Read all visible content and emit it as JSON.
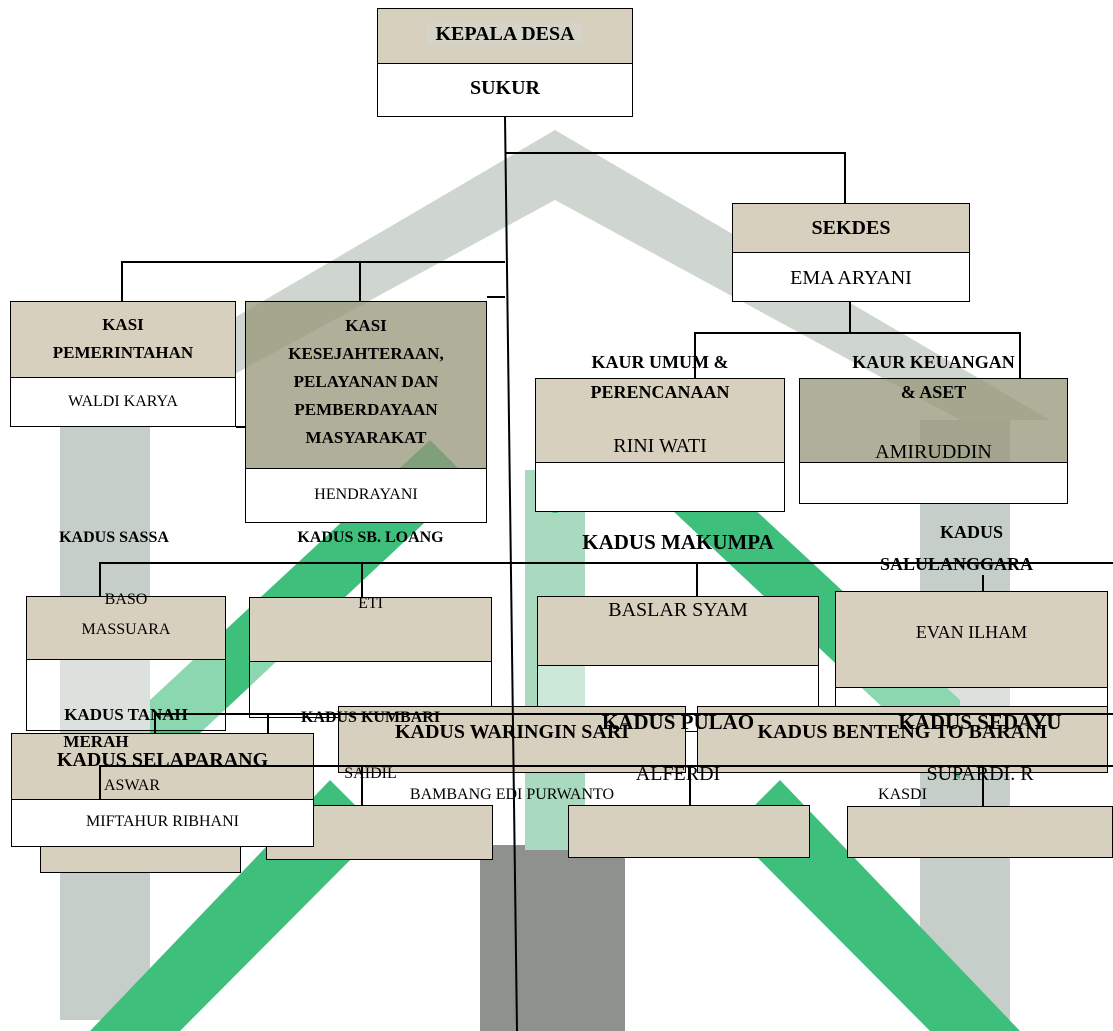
{
  "kepala_desa": {
    "title": "KEPALA DESA",
    "name": "SUKUR"
  },
  "sekdes": {
    "title": "SEKDES",
    "name": "EMA ARYANI"
  },
  "kasi_pemerintahan": {
    "title_line1": "KASI",
    "title_line2": "PEMERINTAHAN",
    "name": "WALDI KARYA"
  },
  "kasi_kesejahteraan": {
    "title_line1": "KASI",
    "title_line2": "KESEJAHTERAAN,",
    "title_line3": "PELAYANAN DAN",
    "title_line4": "PEMBERDAYAAN",
    "title_line5": "MASYARAKAT",
    "name": "HENDRAYANI"
  },
  "kaur_umum": {
    "title_line1": "KAUR UMUM &",
    "title_line2": "PERENCANAAN",
    "name": "RINI WATI"
  },
  "kaur_keuangan": {
    "title_line1": "KAUR KEUANGAN",
    "title_line2": "& ASET",
    "name": "AMIRUDDIN"
  },
  "kadus": {
    "sassa": {
      "title": "KADUS SASSA",
      "name_line1": "BASO",
      "name_line2": "MASSUARA"
    },
    "sb_loang": {
      "title": "KADUS SB. LOANG",
      "name": "ETI"
    },
    "makumpa": {
      "title": "KADUS MAKUMPA",
      "name": "BASLAR SYAM"
    },
    "salulanggara": {
      "title_line1": "KADUS",
      "title_line2": "SALULANGGARA",
      "name": "EVAN ILHAM"
    },
    "tanah_merah": {
      "title_line1": "KADUS TANAH",
      "title_line2": "MERAH",
      "name": "ASWAR"
    },
    "kumbari": {
      "title": "KADUS KUMBARI",
      "name": "SAIDIL"
    },
    "pulao": {
      "title": "KADUS PULAO",
      "name": "ALFERDI"
    },
    "sedayu": {
      "title": "KADUS SEDAYU",
      "name": "SUPARDI. R"
    },
    "selaparang": {
      "title": "KADUS SELAPARANG",
      "name": "MIFTAHUR RIBHANI"
    },
    "waringin_sari": {
      "title": "KADUS WARINGIN SARI",
      "name": "BAMBANG EDI PURWANTO"
    },
    "benteng_to_barani": {
      "title": "KADUS BENTENG TO BARANI",
      "name": "KASDI"
    }
  }
}
